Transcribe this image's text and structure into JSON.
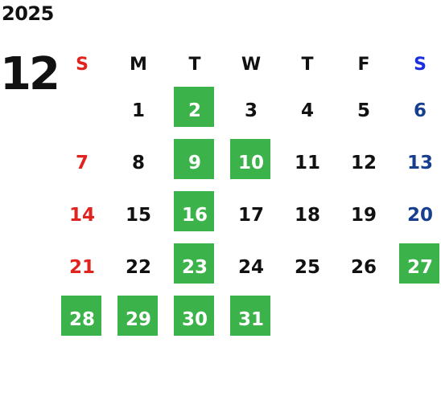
{
  "calendar": {
    "year": "2025",
    "month": "12",
    "weekdays": [
      "S",
      "M",
      "T",
      "W",
      "T",
      "F",
      "S"
    ],
    "weeks": [
      [
        {
          "day": "",
          "highlight": false
        },
        {
          "day": "1",
          "highlight": false
        },
        {
          "day": "2",
          "highlight": true
        },
        {
          "day": "3",
          "highlight": false
        },
        {
          "day": "4",
          "highlight": false
        },
        {
          "day": "5",
          "highlight": false
        },
        {
          "day": "6",
          "highlight": false
        }
      ],
      [
        {
          "day": "7",
          "highlight": false
        },
        {
          "day": "8",
          "highlight": false
        },
        {
          "day": "9",
          "highlight": true
        },
        {
          "day": "10",
          "highlight": true
        },
        {
          "day": "11",
          "highlight": false
        },
        {
          "day": "12",
          "highlight": false
        },
        {
          "day": "13",
          "highlight": false
        }
      ],
      [
        {
          "day": "14",
          "highlight": false
        },
        {
          "day": "15",
          "highlight": false
        },
        {
          "day": "16",
          "highlight": true
        },
        {
          "day": "17",
          "highlight": false
        },
        {
          "day": "18",
          "highlight": false
        },
        {
          "day": "19",
          "highlight": false
        },
        {
          "day": "20",
          "highlight": false
        }
      ],
      [
        {
          "day": "21",
          "highlight": false
        },
        {
          "day": "22",
          "highlight": false
        },
        {
          "day": "23",
          "highlight": true
        },
        {
          "day": "24",
          "highlight": false
        },
        {
          "day": "25",
          "highlight": false
        },
        {
          "day": "26",
          "highlight": false
        },
        {
          "day": "27",
          "highlight": true
        }
      ],
      [
        {
          "day": "28",
          "highlight": true
        },
        {
          "day": "29",
          "highlight": true
        },
        {
          "day": "30",
          "highlight": true
        },
        {
          "day": "31",
          "highlight": true
        },
        {
          "day": "",
          "highlight": false
        },
        {
          "day": "",
          "highlight": false
        },
        {
          "day": "",
          "highlight": false
        }
      ]
    ]
  },
  "colors": {
    "highlight": "#3bb34a",
    "sunday": "#e0231d",
    "saturday_header": "#1a2fe0",
    "saturday_date": "#183f8f",
    "weekday": "#111111",
    "highlight_text": "#ffffff"
  }
}
